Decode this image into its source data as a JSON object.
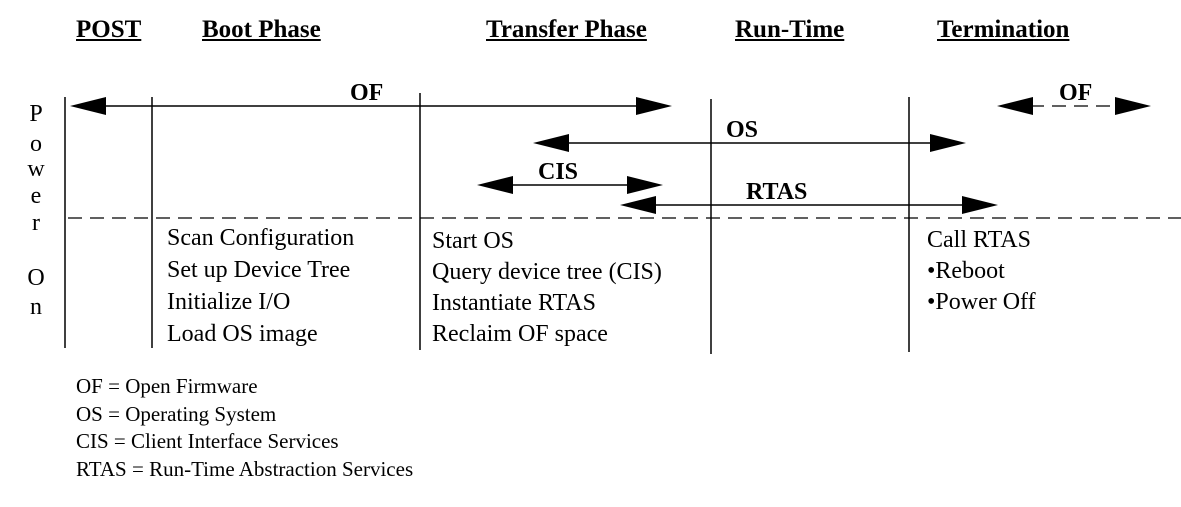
{
  "phases": {
    "post": "POST",
    "boot": "Boot Phase",
    "transfer": "Transfer Phase",
    "runtime": "Run-Time",
    "termination": "Termination"
  },
  "power_on": [
    "P",
    "o",
    "w",
    "e",
    "r",
    "O",
    "n"
  ],
  "arrows": {
    "of_main": "OF",
    "os": "OS",
    "cis": "CIS",
    "rtas": "RTAS",
    "of_term": "OF"
  },
  "boot_steps": [
    "Scan Configuration",
    "Set up Device Tree",
    "Initialize I/O",
    "Load OS image"
  ],
  "transfer_steps": [
    "Start OS",
    "Query device tree (CIS)",
    "Instantiate RTAS",
    "Reclaim OF space"
  ],
  "termination_steps": [
    "Call RTAS",
    "•Reboot",
    "•Power Off"
  ],
  "legend": [
    "OF = Open Firmware",
    "OS = Operating System",
    "CIS = Client Interface Services",
    "RTAS = Run-Time Abstraction Services"
  ]
}
